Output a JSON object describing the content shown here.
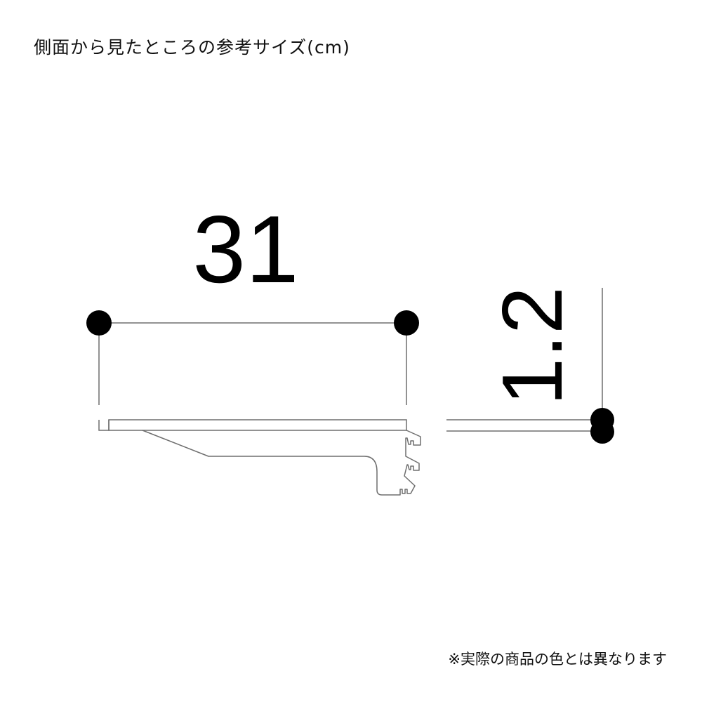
{
  "header": {
    "title": "側面から見たところの参考サイズ(cm)"
  },
  "diagram": {
    "unit": "cm",
    "width_dimension": {
      "label": "31",
      "value": 31
    },
    "thickness_dimension": {
      "label": "1.2",
      "value": 1.2
    },
    "colors": {
      "line": "#6e6e6e",
      "marker": "#000000",
      "text": "#000000"
    }
  },
  "footer": {
    "note": "※実際の商品の色とは異なります"
  }
}
